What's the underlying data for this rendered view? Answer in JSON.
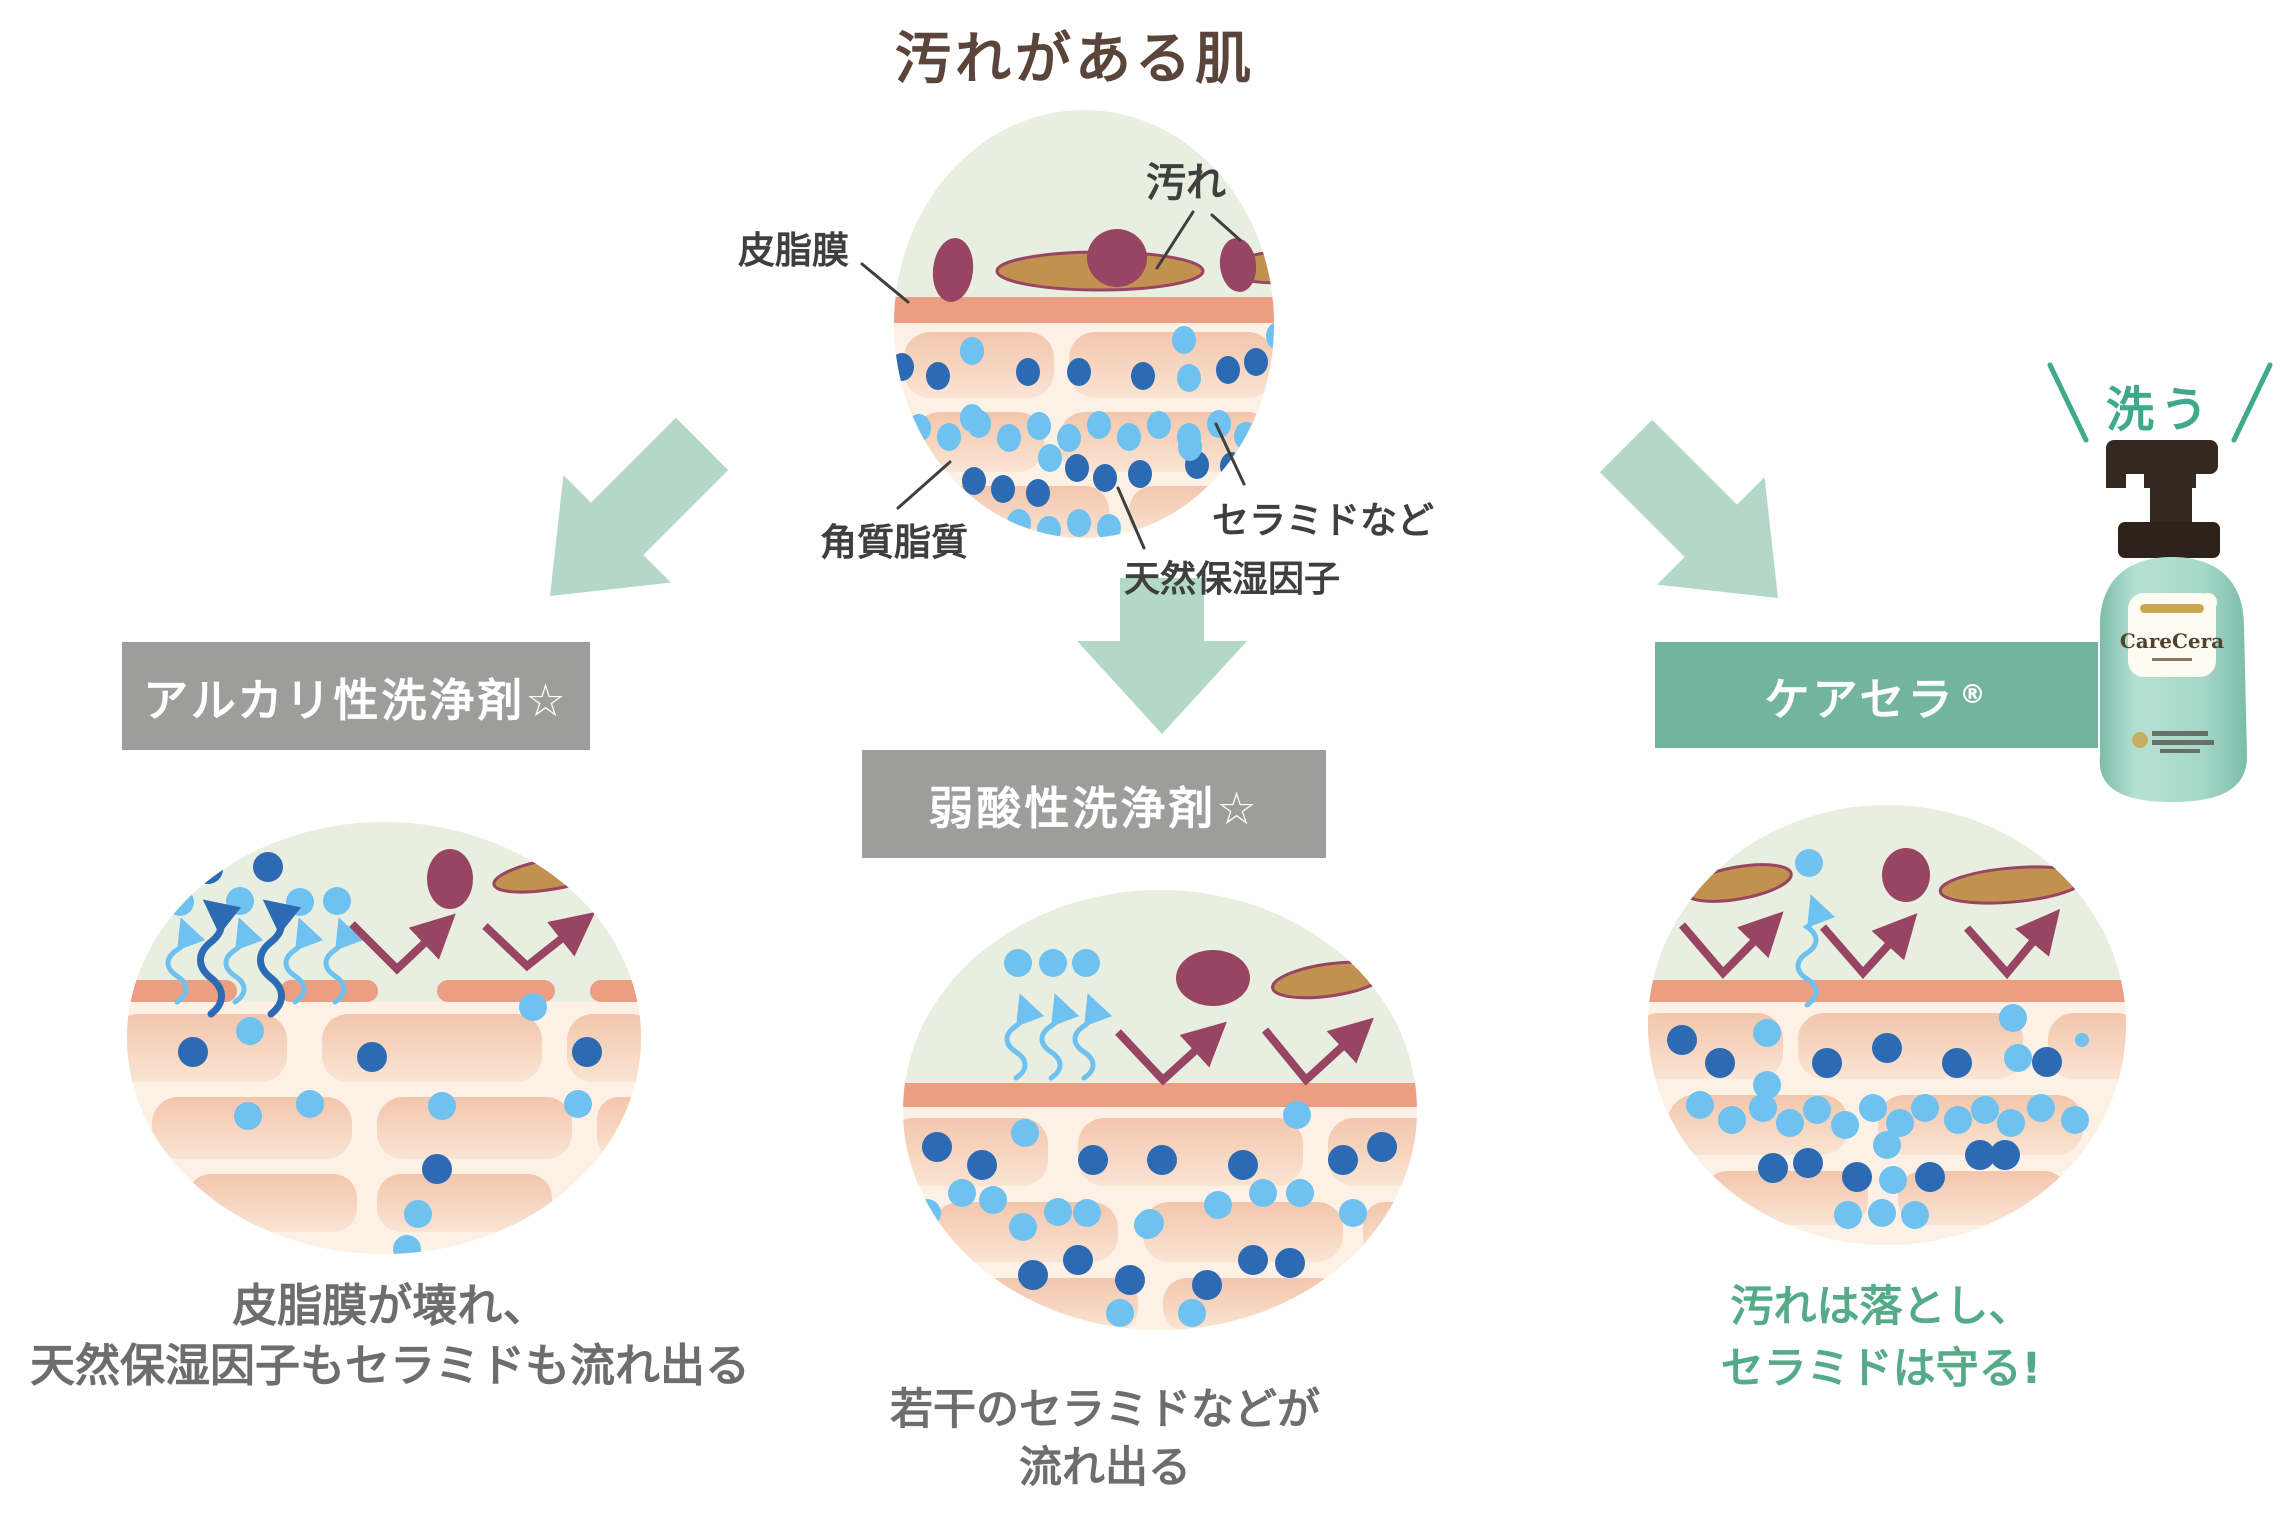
{
  "top": {
    "title": "汚れがある肌",
    "labels": {
      "dirt": "汚れ",
      "sebum_film": "皮脂膜",
      "stratum_lipids": "角質脂質",
      "ceramides": "セラミドなど",
      "nmf": "天然保湿因子"
    }
  },
  "branches": {
    "alkaline": {
      "box_label": "アルカリ性洗浄剤☆",
      "caption_line1": "皮脂膜が壊れ、",
      "caption_line2": "天然保湿因子もセラミドも流れ出る"
    },
    "weak_acid": {
      "box_label": "弱酸性洗浄剤☆",
      "caption_line1": "若干のセラミドなどが",
      "caption_line2": "流れ出る"
    },
    "carecera": {
      "box_label": "ケアセラ",
      "box_label_reg": "®",
      "caption_line1": "汚れは落とし、",
      "caption_line2": "セラミドは守る!",
      "wash_label": "洗う",
      "product_name": "CareCera"
    }
  },
  "colors": {
    "title_brown": "#5b453b",
    "text_gray": "#6d6d6d",
    "line_gray": "#3f3f3f",
    "box_gray": "#9d9d9b",
    "box_green": "#72b49d",
    "result_green": "#55ab89",
    "wash_green": "#3fa98b",
    "arrow_mint": "#b3d8c7",
    "circle_bg_green": "#e9efe0",
    "skin_base": "#fdf1e6",
    "band_pink": "#ec9e82",
    "dot_dark_blue": "#2d6ab4",
    "dot_light_blue": "#6fc1f0",
    "dirt_maroon": "#974562",
    "dirt_tan": "#c3914f",
    "bottle_mint": "#a6d9c9",
    "bottle_brown": "#36291f"
  }
}
